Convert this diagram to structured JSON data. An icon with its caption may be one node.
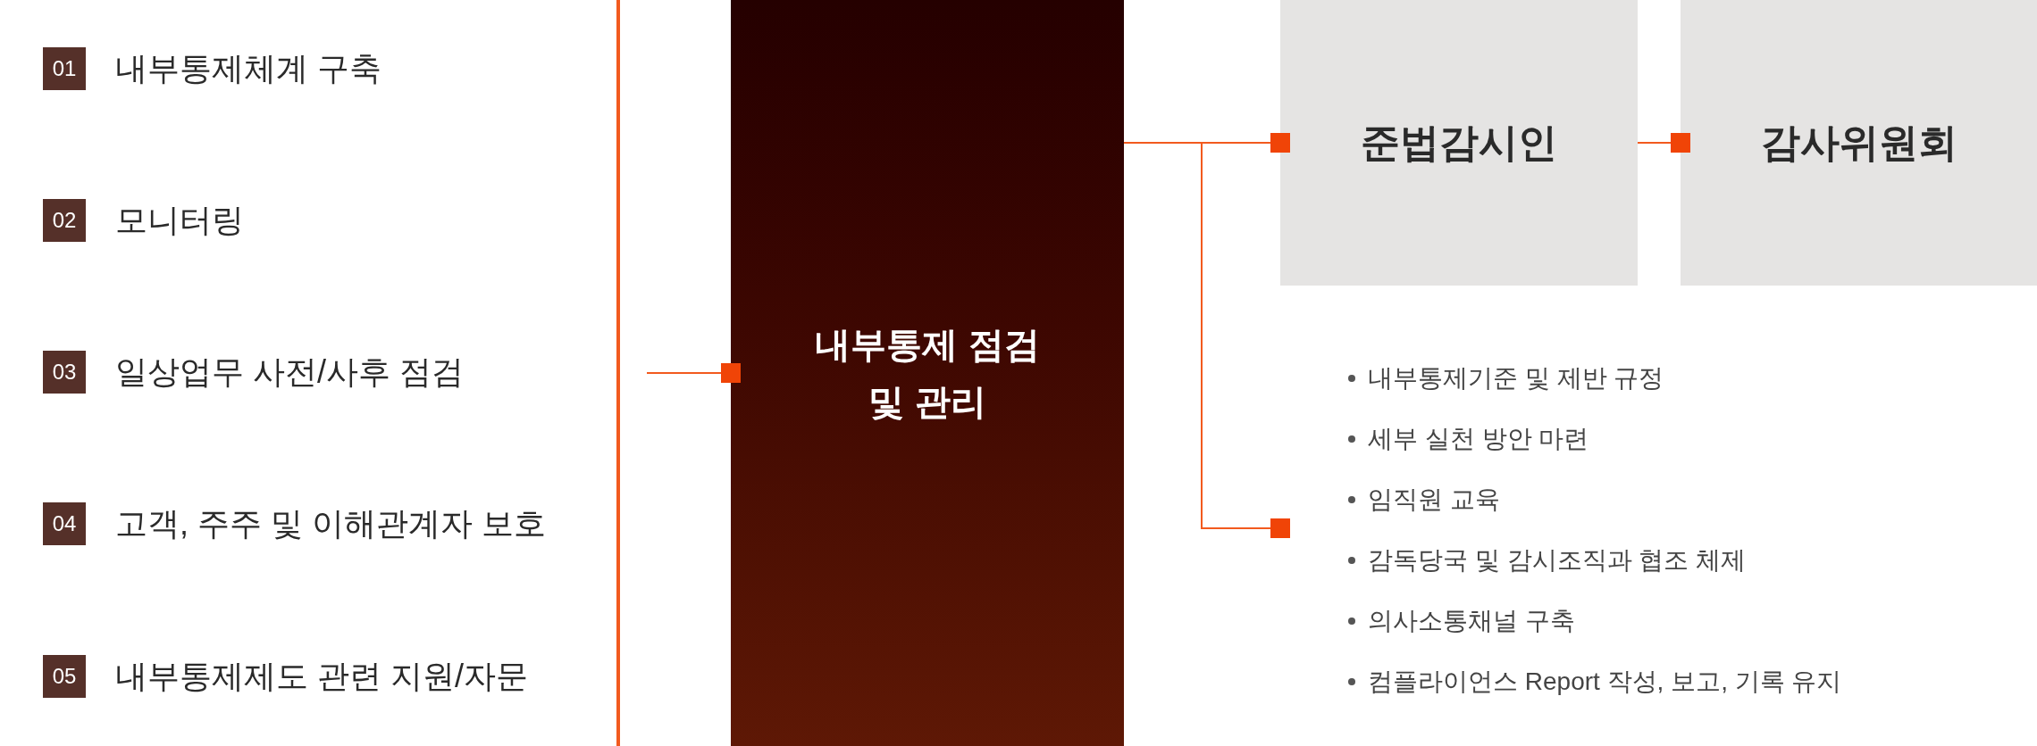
{
  "diagram": {
    "nodes": [
      {
        "text": [
          "01"
        ],
        "beside": [
          "내부통제체계 구축"
        ]
      },
      {
        "text": [
          "02"
        ],
        "beside": [
          "모니터링"
        ]
      },
      {
        "text": [
          "03"
        ],
        "beside": [
          "일상업무 사전/사후 점검"
        ]
      },
      {
        "text": [
          "04"
        ],
        "beside": [
          "고객, 주주 및 이해관계자 보호"
        ]
      },
      {
        "text": [
          "05"
        ],
        "beside": [
          "내부통제제도 관련 지원/자문"
        ]
      },
      {
        "text": [
          "내부통제 점검 및 관리"
        ]
      },
      {
        "text": [
          "준법감시인"
        ]
      },
      {
        "text": [
          "감사위원회"
        ]
      },
      {
        "text": [
          "내부통제기준 및 제반 규정",
          "세부 실천 방안 마련",
          "임직원 교육",
          "감독당국 및 감시조직과 협조 체제",
          "의사소통채널 구축",
          "컴플라이언스 Report 작성, 보고, 기록 유지"
        ]
      }
    ],
    "edges": [
      {
        "from": null,
        "to": 5,
        "arrow": "other"
      },
      {
        "from": 5,
        "to": 6,
        "arrow": "other"
      },
      {
        "from": 6,
        "to": 7,
        "arrow": "other"
      },
      {
        "from": 5,
        "to": 8,
        "arrow": "other"
      }
    ]
  }
}
